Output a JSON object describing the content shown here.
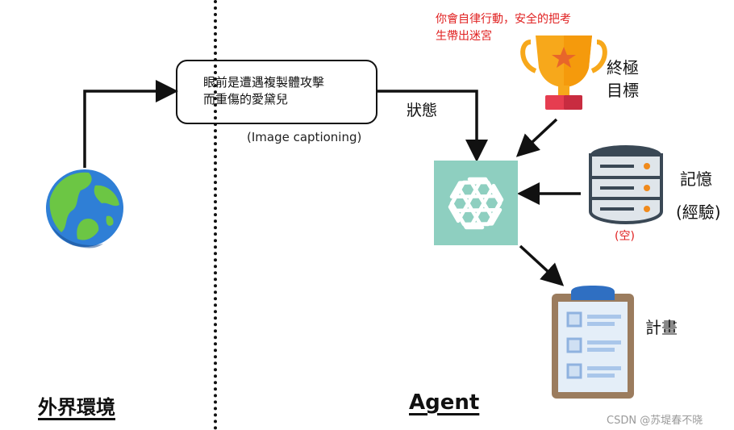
{
  "caption_box": {
    "text_line1": "眼前是遭遇複製體攻擊",
    "text_line2": "而重傷的愛黛兒",
    "tag": "(Image captioning)"
  },
  "state_label": "狀態",
  "goal": {
    "note_line1": "你會自律行動，安全的把考",
    "note_line2": "生帶出迷宮",
    "label_line1": "終極",
    "label_line2": "目標"
  },
  "memory": {
    "label": "記憶",
    "sub_label": "(經驗)",
    "empty_note": "(空)"
  },
  "plan_label": "計畫",
  "env_title": "外界環境",
  "agent_title": "Agent",
  "watermark": "CSDN @苏堤春不晓",
  "colors": {
    "agent_box": "#8ecfc0",
    "annotation_red": "#e02020",
    "trophy_gold": "#f7a81b",
    "trophy_base": "#e63d50"
  },
  "icons": {
    "environment": "globe-icon",
    "goal": "trophy-icon",
    "memory": "database-icon",
    "agent": "openai-logo-icon",
    "plan": "clipboard-icon"
  }
}
